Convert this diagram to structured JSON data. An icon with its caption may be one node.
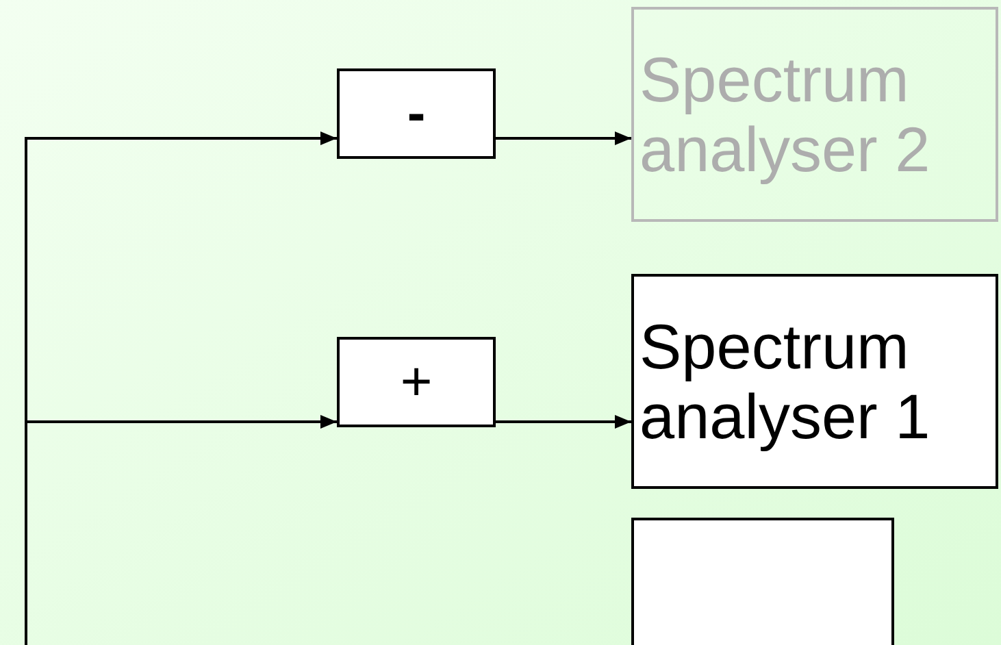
{
  "diagram": {
    "nodes": [
      {
        "text": [
          "-"
        ]
      },
      {
        "text": [
          "Spectrum analyser 2"
        ]
      },
      {
        "text": [
          "+"
        ]
      },
      {
        "text": [
          "Spectrum analyser 1"
        ]
      },
      {
        "text": [],
        "shape": "box"
      }
    ],
    "edges": [
      {
        "from": null,
        "to": 0,
        "arrow": "to"
      },
      {
        "from": 0,
        "to": 1,
        "arrow": "to"
      },
      {
        "from": null,
        "to": 2,
        "arrow": "to"
      },
      {
        "from": 2,
        "to": 3,
        "arrow": "to"
      }
    ]
  }
}
